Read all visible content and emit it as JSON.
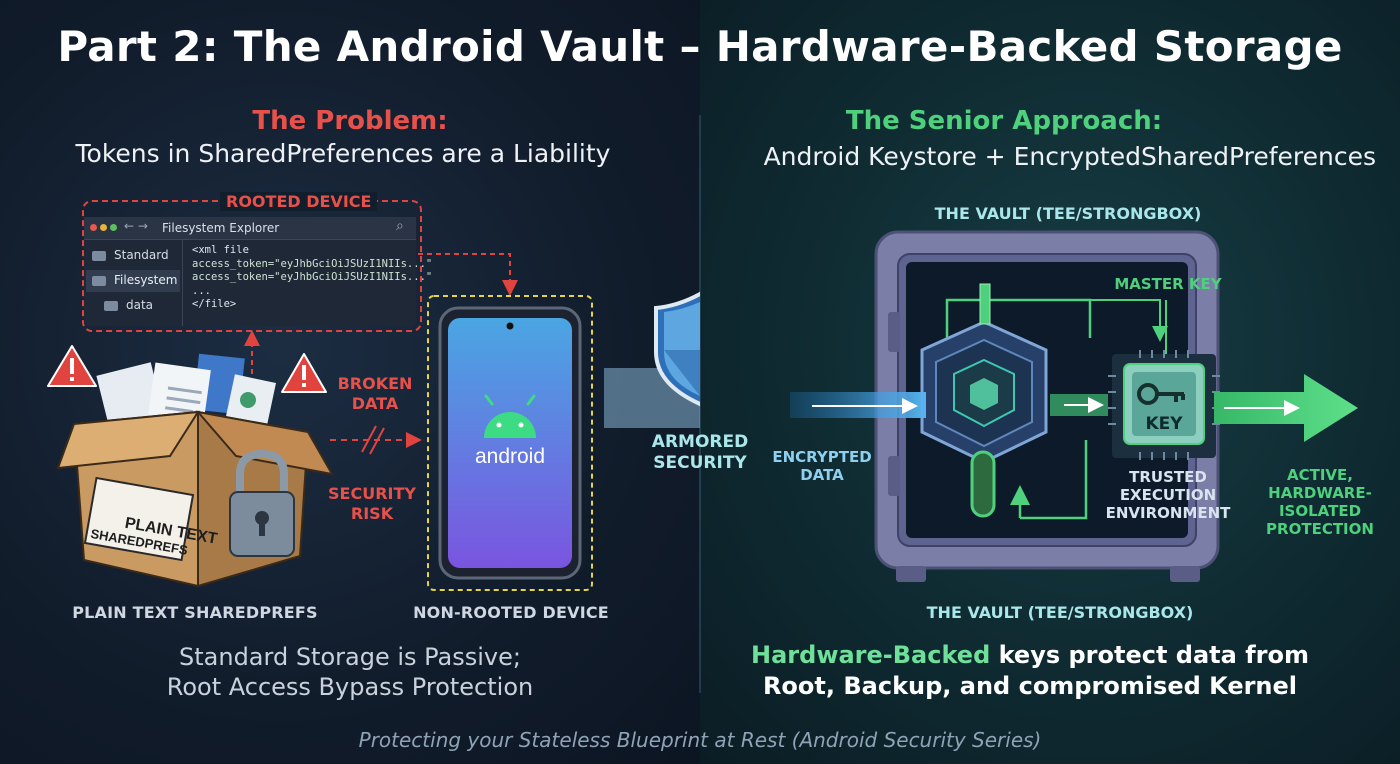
{
  "title": "Part 2: The Android Vault – Hardware-Backed Storage",
  "left": {
    "heading": "The Problem:",
    "subheading": "Tokens in SharedPreferences are a Liability",
    "rooted_label": "ROOTED DEVICE",
    "explorer": {
      "window_title": "Filesystem Explorer",
      "sidebar": [
        "Standard",
        "Filesystem",
        "data"
      ],
      "code_lines": [
        "<xml file",
        "access_token=\"eyJhbGciOiJSUzI1NIIs...\"",
        "access_token=\"eyJhbGciOiJSUzI1NIIs...\"",
        "...",
        "</file>"
      ]
    },
    "box_label_line1": "PLAIN TEXT",
    "box_label_line2": "SHAREDPREFS",
    "box_caption": "PLAIN TEXT SHAREDPREFS",
    "broken_data": [
      "BROKEN",
      "DATA"
    ],
    "security_risk": [
      "SECURITY",
      "RISK"
    ],
    "phone_text": "android",
    "phone_caption": "NON-ROOTED DEVICE",
    "conclusion_line1": "Standard Storage is Passive;",
    "conclusion_line2": "Root Access Bypass Protection"
  },
  "middle": {
    "shield_caption_line1": "ARMORED",
    "shield_caption_line2": "SECURITY"
  },
  "right": {
    "heading": "The Senior Approach:",
    "subheading": "Android Keystore + EncryptedSharedPreferences",
    "vault_top_label": "THE VAULT (TEE/STRONGBOX)",
    "vault_bottom_label": "THE VAULT (TEE/STRONGBOX)",
    "master_key": "MASTER KEY",
    "key_label": "KEY",
    "encrypted_data": [
      "ENCRYPTED",
      "DATA"
    ],
    "tee": [
      "TRUSTED",
      "EXECUTION",
      "ENVIRONMENT"
    ],
    "protection": [
      "ACTIVE,",
      "HARDWARE-",
      "ISOLATED",
      "PROTECTION"
    ],
    "conclusion_highlight": "Hardware-Backed",
    "conclusion_rest": " keys protect data from",
    "conclusion_line2": "Root, Backup, and compromised Kernel"
  },
  "footer": "Protecting your Stateless Blueprint at Rest (Android Security Series)",
  "colors": {
    "red": "#e8504a",
    "green": "#4ed07c",
    "blue": "#5aa8e0"
  }
}
